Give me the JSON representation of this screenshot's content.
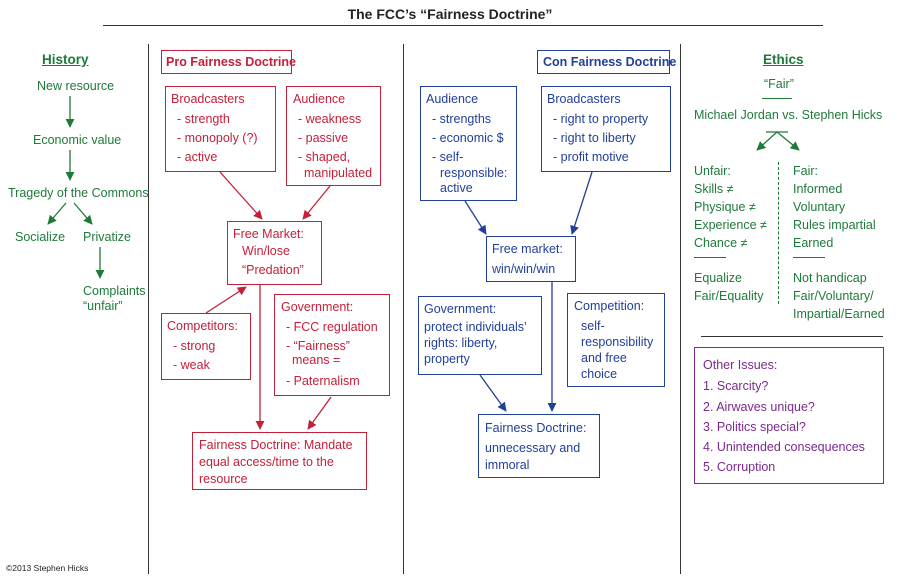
{
  "title": "The FCC’s “Fairness Doctrine”",
  "copyright": "©2013 Stephen Hicks",
  "colors": {
    "history": "#1f7a3a",
    "pro": "#c4203a",
    "con": "#22409a",
    "ethics": "#1f7a3a",
    "other": "#7b2a8e"
  },
  "history": {
    "heading": "History",
    "new_resource": "New resource",
    "economic_value": "Economic value",
    "tragedy": "Tragedy of the Commons",
    "socialize": "Socialize",
    "privatize": "Privatize",
    "complaints": "Complaints",
    "unfair": "“unfair”"
  },
  "pro": {
    "heading": "Pro Fairness Doctrine",
    "broadcasters": {
      "title": "Broadcasters",
      "items": [
        "- strength",
        "- monopoly (?)",
        "- active"
      ]
    },
    "audience": {
      "title": "Audience",
      "items": [
        "- weakness",
        "- passive",
        "- shaped,",
        "manipulated"
      ]
    },
    "free_market": {
      "title": "Free Market:",
      "line1": "Win/lose",
      "line2": "“Predation”"
    },
    "competitors": {
      "title": "Competitors:",
      "items": [
        "- strong",
        "- weak"
      ]
    },
    "government": {
      "title": "Government:",
      "items": [
        "- FCC regulation",
        "- “Fairness”",
        "means =",
        "- Paternalism"
      ]
    },
    "doctrine": {
      "line1": "Fairness Doctrine: Mandate",
      "line2": "equal access/time to the",
      "line3": "resource"
    }
  },
  "con": {
    "heading": "Con Fairness Doctrine",
    "audience": {
      "title": "Audience",
      "items": [
        "- strengths",
        "- economic $",
        "- self-",
        "responsible:",
        "active"
      ]
    },
    "broadcasters": {
      "title": "Broadcasters",
      "items": [
        "- right to property",
        "- right to liberty",
        "- profit motive"
      ]
    },
    "free_market": {
      "title": "Free market:",
      "line1": "win/win/win"
    },
    "government": {
      "title": "Government:",
      "line1": "protect individuals’",
      "line2": "rights: liberty,",
      "line3": "property"
    },
    "competition": {
      "title": "Competition:",
      "line1": "self-",
      "line2": "responsibility",
      "line3": "and free",
      "line4": "choice"
    },
    "doctrine": {
      "line1": "Fairness Doctrine:",
      "line2": "unnecessary and",
      "line3": "immoral"
    }
  },
  "ethics": {
    "heading": "Ethics",
    "fair_quote": "“Fair”",
    "versus": "Michael Jordan vs. Stephen Hicks",
    "unfair": {
      "title": "Unfair:",
      "items": [
        "Skills ≠",
        "Physique ≠",
        "Experience ≠",
        "Chance ≠"
      ],
      "conclusion1": "Equalize",
      "conclusion2": "Fair/Equality"
    },
    "fair": {
      "title": "Fair:",
      "items": [
        "Informed",
        "Voluntary",
        "Rules impartial",
        "Earned"
      ],
      "conclusion1": "Not handicap",
      "conclusion2": "Fair/Voluntary/",
      "conclusion3": "Impartial/Earned"
    }
  },
  "other_issues": {
    "title": "Other Issues:",
    "items": [
      "1. Scarcity?",
      "2. Airwaves unique?",
      "3. Politics special?",
      "4. Unintended consequences",
      "5. Corruption"
    ]
  }
}
